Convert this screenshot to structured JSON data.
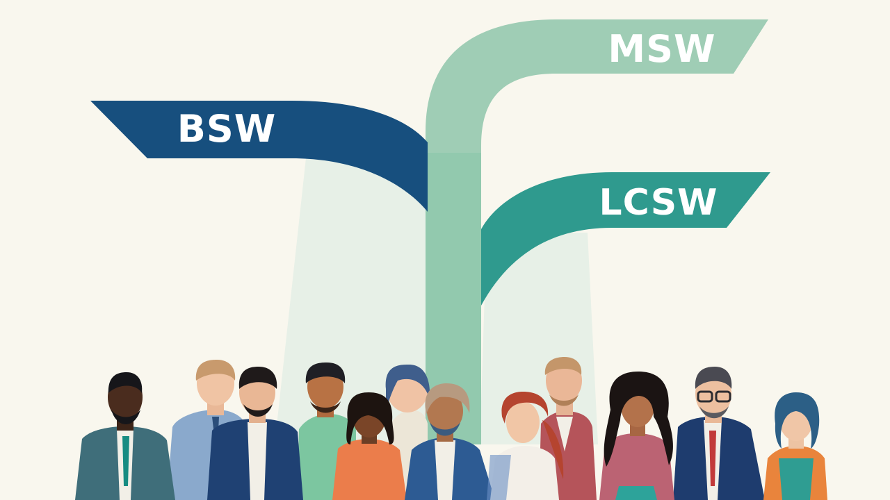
{
  "signs": {
    "bsw": "BSW",
    "msw": "MSW",
    "lcsw": "LCSW"
  },
  "colors": {
    "background": "#f9f7ee",
    "bsw_sign": "#174f7e",
    "msw_sign": "#9fcdb5",
    "lcsw_sign": "#2f9a8e",
    "post": "#8cc7ab",
    "light_beam": "#e3ede4"
  }
}
